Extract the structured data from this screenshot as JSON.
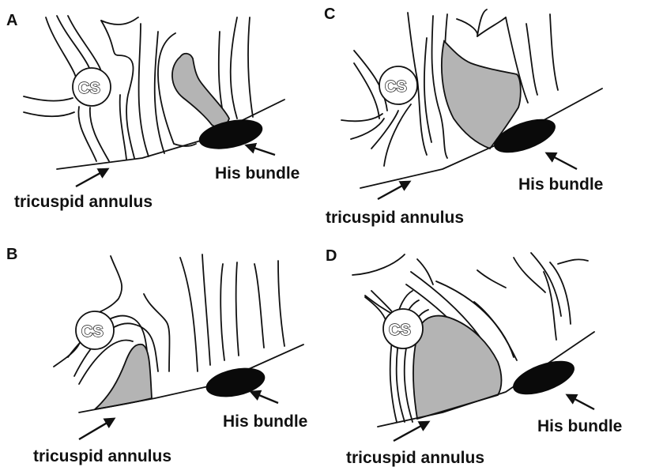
{
  "figure": {
    "panels": [
      {
        "letter": "A",
        "cs": "CS",
        "his_label": "His bundle",
        "annulus_label": "tricuspid annulus"
      },
      {
        "letter": "B",
        "cs": "CS",
        "his_label": "His bundle",
        "annulus_label": "tricuspid annulus"
      },
      {
        "letter": "C",
        "cs": "CS",
        "his_label": "His bundle",
        "annulus_label": "tricuspid annulus"
      },
      {
        "letter": "D",
        "cs": "CS",
        "his_label": "His bundle",
        "annulus_label": "tricuspid annulus"
      }
    ],
    "colors": {
      "shaded_zone": "#b4b4b4",
      "his_bundle": "#0a0a0a",
      "lines": "#111111"
    }
  }
}
